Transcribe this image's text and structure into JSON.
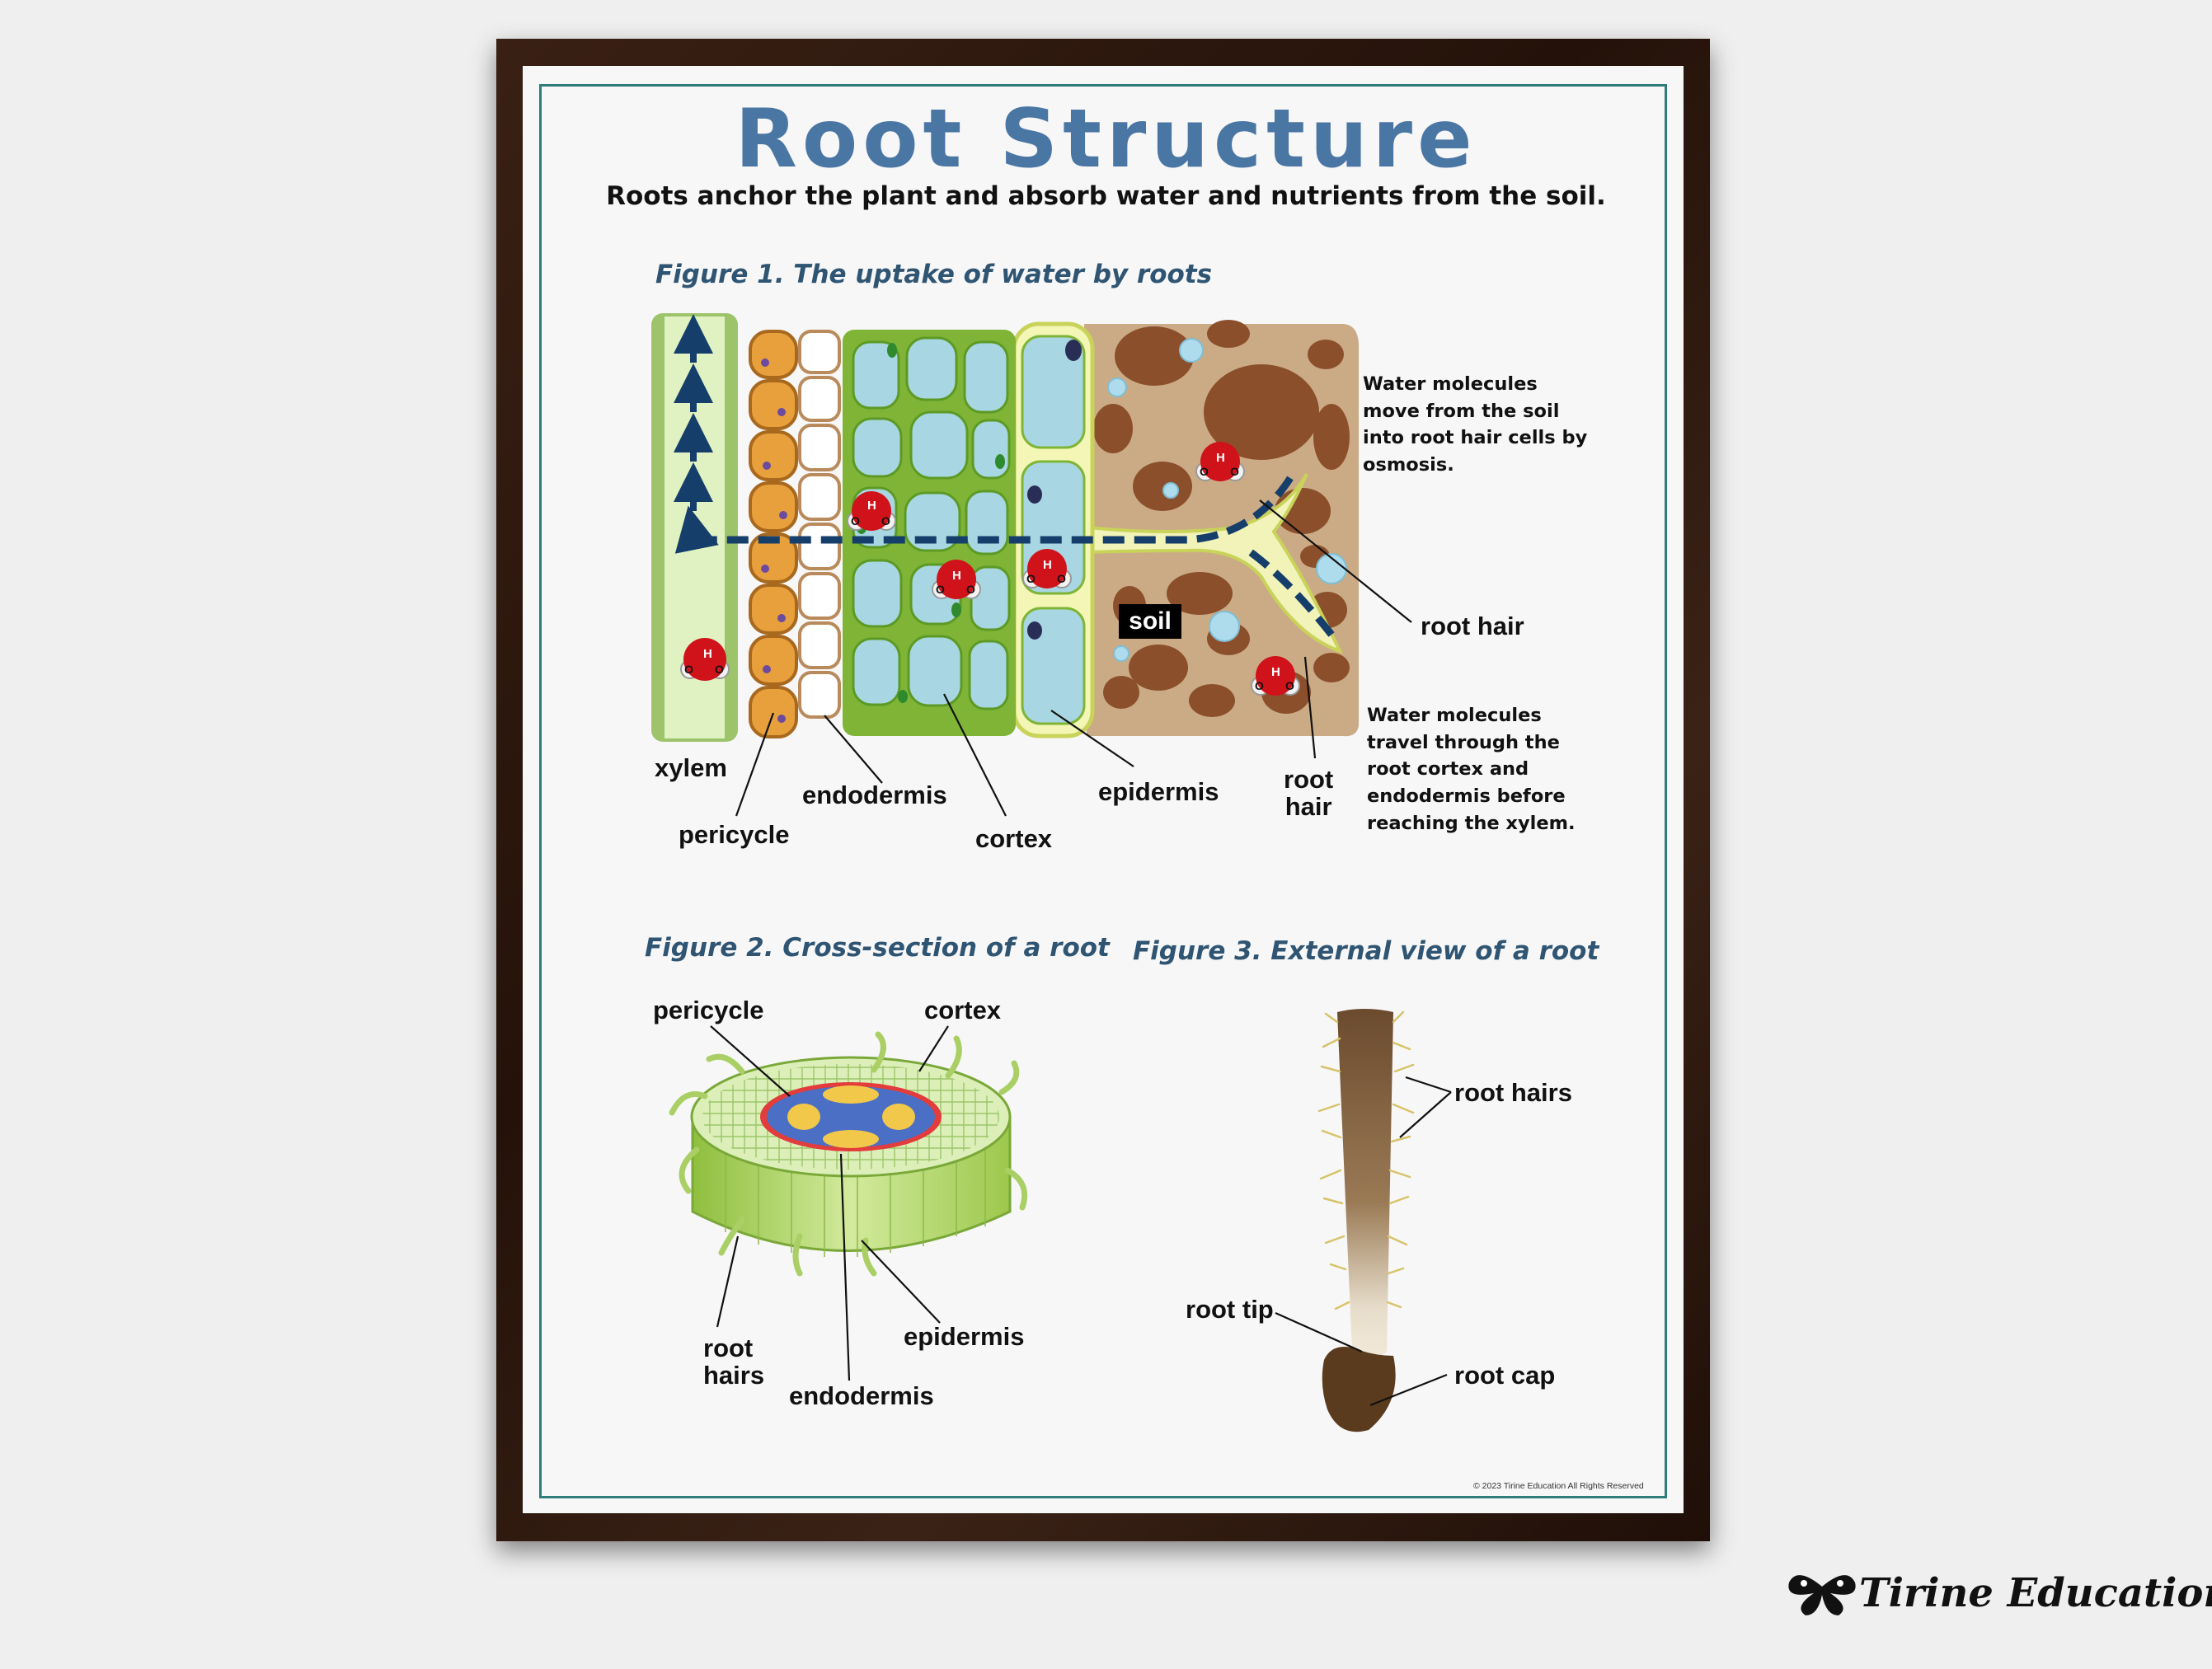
{
  "poster": {
    "title": "Root Structure",
    "subtitle": "Roots anchor the plant and absorb water and nutrients from the soil.",
    "copyright": "© 2023 Tirine Education  All Rights Reserved"
  },
  "figure1": {
    "caption": "Figure 1. The uptake of water by roots",
    "labels": {
      "xylem": "xylem",
      "pericycle": "pericycle",
      "endodermis": "endodermis",
      "cortex": "cortex",
      "epidermis": "epidermis",
      "root_hair_side": "root hair",
      "root_hair_bottom_1": "root",
      "root_hair_bottom_2": "hair",
      "soil": "soil"
    },
    "molecule_letters": {
      "h": "H",
      "o": "O"
    },
    "notes": {
      "top": "Water molecules move from the soil into root hair cells by osmosis.",
      "bottom": "Water molecules travel through the root cortex and endodermis before reaching the xylem."
    }
  },
  "figure2": {
    "caption": "Figure 2. Cross-section of a root",
    "labels": {
      "pericycle": "pericycle",
      "cortex": "cortex",
      "root_hairs_1": "root",
      "root_hairs_2": "hairs",
      "epidermis": "epidermis",
      "endodermis": "endodermis"
    }
  },
  "figure3": {
    "caption": "Figure 3. External view of a root",
    "labels": {
      "root_hairs": "root hairs",
      "root_tip": "root tip",
      "root_cap": "root cap"
    }
  },
  "brand": {
    "name": "Tirine Education",
    "icon": "butterfly-icon"
  },
  "colors": {
    "title": "#4a76a4",
    "caption": "#2f5573",
    "frame": "#2a1510",
    "border": "#2e7d7a",
    "arrow": "#163e6b",
    "water_molecule": "#d0121a",
    "soil": "#c9a882",
    "cortex": "#7fb437"
  }
}
